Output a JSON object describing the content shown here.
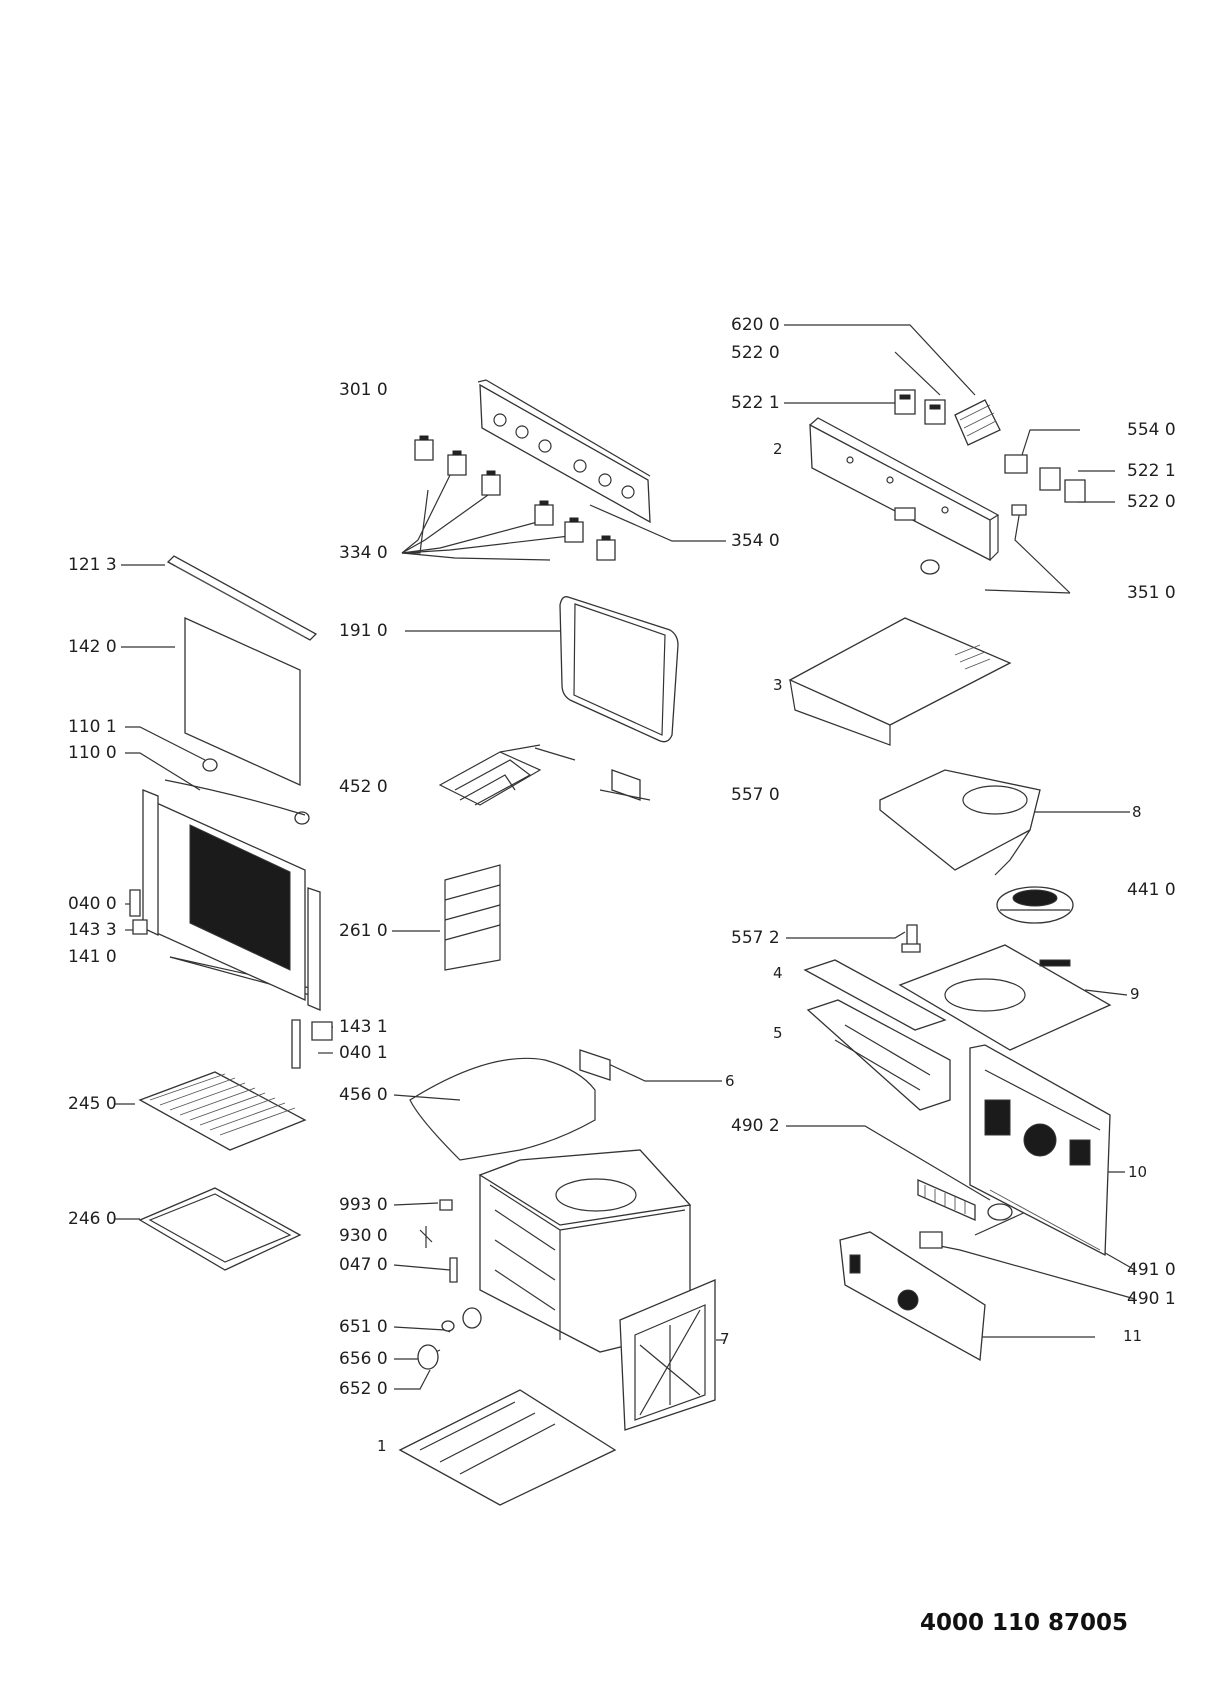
{
  "labels": {
    "l6200": "620 0",
    "l5220a": "522 0",
    "l5221a": "522 1",
    "l3010": "301 0",
    "l2": "2",
    "l5540": "554 0",
    "l5221b": "522 1",
    "l5220b": "522 0",
    "l3340": "334 0",
    "l3540": "354 0",
    "l1213": "121 3",
    "l3510": "351 0",
    "l1420": "142 0",
    "l1910": "191 0",
    "l3": "3",
    "l1101": "110 1",
    "l1100": "110 0",
    "l4520": "452 0",
    "l5570": "557 0",
    "l8": "8",
    "l4410": "441 0",
    "l0400": "040 0",
    "l1433": "143 3",
    "l1410": "141 0",
    "l2610": "261 0",
    "l5572": "557 2",
    "l4": "4",
    "l9": "9",
    "l5": "5",
    "l1431": "143 1",
    "l0401": "040 1",
    "l6": "6",
    "l2450": "245 0",
    "l4560": "456 0",
    "l4902": "490 2",
    "l10": "10",
    "l9930": "993 0",
    "l2460": "246 0",
    "l9300": "930 0",
    "l0470": "047 0",
    "l4910": "491 0",
    "l4901": "490 1",
    "l6510": "651 0",
    "l7": "7",
    "l11": "11",
    "l6560": "656 0",
    "l6520": "652 0",
    "l1": "1"
  },
  "document_number": "4000 110 87005"
}
